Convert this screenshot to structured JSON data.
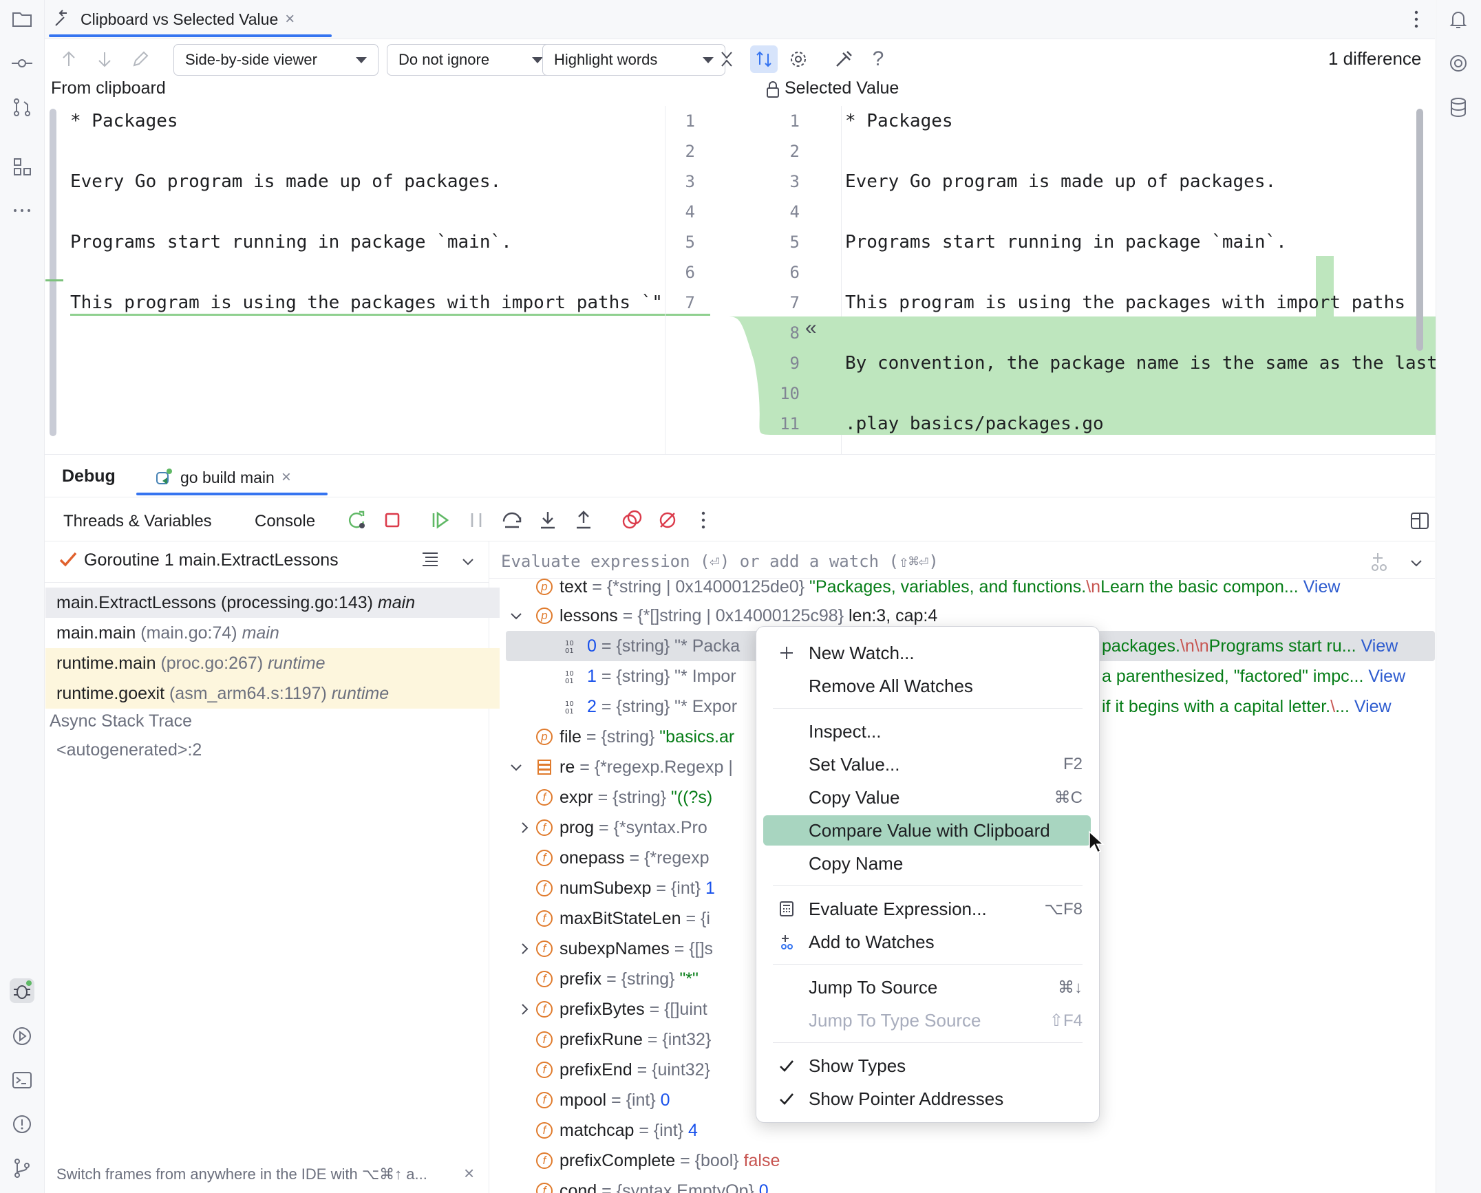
{
  "left_bar": {
    "icons": [
      "folder-icon",
      "commit-icon",
      "pull-requests-icon",
      "structure-icon",
      "more-icon",
      "debug-icon",
      "run-icon",
      "terminal-icon",
      "problems-icon",
      "git-icon"
    ]
  },
  "right_bar": {
    "icons": [
      "notifications-icon",
      "ai-assistant-icon",
      "database-icon"
    ]
  },
  "diff_window": {
    "tab_title": "Clipboard vs Selected Value",
    "toolbar": {
      "viewer": "Side-by-side viewer",
      "ignore": "Do not ignore",
      "highlight": "Highlight words",
      "difference_count": "1 difference"
    },
    "left_title": "From clipboard",
    "right_title": "Selected Value",
    "left_lines": [
      "* Packages",
      "",
      "Every Go program is made up of packages.",
      "",
      "Programs start running in package `main`.",
      "",
      "This program is using the packages with import paths `\""
    ],
    "right_lines": [
      "* Packages",
      "",
      "Every Go program is made up of packages.",
      "",
      "Programs start running in package `main`.",
      "",
      "This program is using the packages with import paths",
      "",
      "By convention, the package name is the same as the last",
      "",
      ".play basics/packages.go"
    ],
    "left_line_numbers": [
      "1",
      "2",
      "3",
      "4",
      "5",
      "6",
      "7"
    ],
    "right_line_numbers": [
      "1",
      "2",
      "3",
      "4",
      "5",
      "6",
      "7",
      "8",
      "9",
      "10",
      "11"
    ],
    "accept_marker": "«"
  },
  "debug": {
    "title": "Debug",
    "run_tab": "go build main",
    "tabs": {
      "threads": "Threads & Variables",
      "console": "Console"
    },
    "thread_selector": "Goroutine 1 main.ExtractLessons",
    "frames": [
      {
        "name": "main.ExtractLessons",
        "loc": "(processing.go:143)",
        "pkg": "main"
      },
      {
        "name": "main.main",
        "loc": "(main.go:74)",
        "pkg": "main"
      },
      {
        "name": "runtime.main",
        "loc": "(proc.go:267)",
        "pkg": "runtime"
      },
      {
        "name": "runtime.goexit",
        "loc": "(asm_arm64.s:1197)",
        "pkg": "runtime"
      }
    ],
    "async_label": "Async Stack Trace",
    "async_frame": "<autogenerated>:2",
    "hint": "Switch frames from anywhere in the IDE with ⌥⌘↑ a...",
    "eval_placeholder": "Evaluate expression (⏎) or add a watch (⇧⌘⏎)",
    "variables": {
      "text": {
        "name": "text",
        "type": "= {*string | 0x14000125de0}",
        "value_a": "\"Packages, variables, and functions.",
        "esc": "\\n",
        "value_b": "Learn the basic compon...",
        "link": "View"
      },
      "lessons": {
        "name": "lessons",
        "type": "= {*[]string | 0x14000125c98}",
        "extra": "len:3, cap:4"
      },
      "items": [
        {
          "idx": "0",
          "left": "= {string} \"* Packa",
          "right_a": "packages.",
          "right_esc": "\\n\\n",
          "right_b": "Programs start ru...",
          "link": "View"
        },
        {
          "idx": "1",
          "left": "= {string} \"* Impor",
          "right_a": "a parenthesized, \"factored\" impc...",
          "link": "View"
        },
        {
          "idx": "2",
          "left": "= {string} \"* Expor",
          "right_a": "if it begins with a capital letter.",
          "right_esc": "\\",
          "right_b": "...",
          "link": "View"
        }
      ],
      "file": {
        "name": "file",
        "type": "= {string}",
        "value": "\"basics.ar"
      },
      "re": {
        "name": "re",
        "type": "= {*regexp.Regexp |"
      },
      "fields": [
        {
          "name": "expr",
          "type": "= {string}",
          "value": "\"((?s)"
        },
        {
          "name": "prog",
          "type": "= {*syntax.Pro",
          "value": ""
        },
        {
          "name": "onepass",
          "type": "= {*regexp",
          "value": ""
        },
        {
          "name": "numSubexp",
          "type": "= {int}",
          "value": "1"
        },
        {
          "name": "maxBitStateLen",
          "type": "= {i",
          "value": ""
        },
        {
          "name": "subexpNames",
          "type": "= {[]s",
          "value": ""
        },
        {
          "name": "prefix",
          "type": "= {string}",
          "value": "\"*\""
        },
        {
          "name": "prefixBytes",
          "type": "= {[]uint",
          "value": ""
        },
        {
          "name": "prefixRune",
          "type": "= {int32}",
          "value": ""
        },
        {
          "name": "prefixEnd",
          "type": "= {uint32}",
          "value": ""
        },
        {
          "name": "mpool",
          "type": "= {int}",
          "value": "0"
        },
        {
          "name": "matchcap",
          "type": "= {int}",
          "value": "4"
        },
        {
          "name": "prefixComplete",
          "type": "= {bool}",
          "value": "false"
        },
        {
          "name": "cond",
          "type": "= {syntax.EmptyOp}",
          "value": "0"
        }
      ]
    }
  },
  "context_menu": {
    "items": [
      {
        "label": "New Watch...",
        "shortcut": ""
      },
      {
        "label": "Remove All Watches",
        "shortcut": ""
      },
      {
        "label": "Inspect...",
        "shortcut": ""
      },
      {
        "label": "Set Value...",
        "shortcut": "F2"
      },
      {
        "label": "Copy Value",
        "shortcut": "⌘C"
      },
      {
        "label": "Compare Value with Clipboard",
        "shortcut": ""
      },
      {
        "label": "Copy Name",
        "shortcut": ""
      },
      {
        "label": "Evaluate Expression...",
        "shortcut": "⌥F8"
      },
      {
        "label": "Add to Watches",
        "shortcut": ""
      },
      {
        "label": "Jump To Source",
        "shortcut": "⌘↓"
      },
      {
        "label": "Jump To Type Source",
        "shortcut": "⇧F4"
      },
      {
        "label": "Show Types",
        "shortcut": ""
      },
      {
        "label": "Show Pointer Addresses",
        "shortcut": ""
      }
    ],
    "highlight_color": "#a8d5c0"
  },
  "colors": {
    "diff_insert": "#bee6be",
    "accent": "#3574f0",
    "frame_highlight": "#fdf6dd"
  }
}
